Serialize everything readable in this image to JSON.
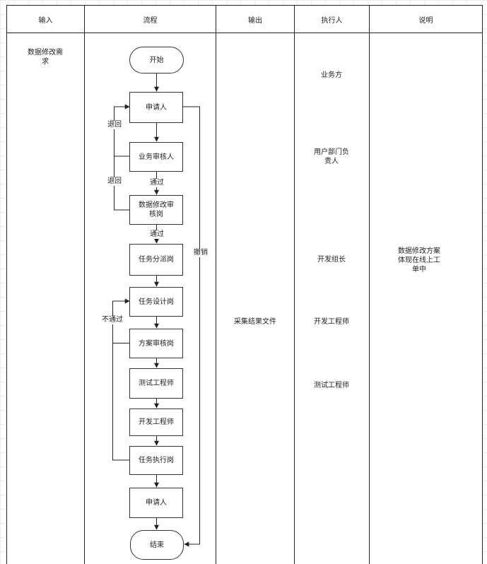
{
  "headers": {
    "input": "输入",
    "process": "流程",
    "output": "输出",
    "executor": "执行人",
    "description": "说明"
  },
  "input_text": "数据修改需求",
  "output_text": "采集结果文件",
  "nodes": {
    "start": "开始",
    "applicant_1": "申请人",
    "business_review": "业务审核人",
    "data_change_review": "数据修改审核岗",
    "task_dispatch": "任务分派岗",
    "task_design": "任务设计岗",
    "plan_review": "方案审核岗",
    "test_engineer": "测试工程师",
    "dev_engineer": "开发工程师",
    "task_execute": "任务执行岗",
    "applicant_2": "申请人",
    "end": "结束"
  },
  "edge_labels": {
    "return_1": "退回",
    "return_2": "退回",
    "pass_1": "通过",
    "pass_2": "通过",
    "not_pass": "不通过",
    "revoke": "撤销"
  },
  "executors": {
    "business": "业务方",
    "dept_head": "用户部门负责人",
    "dev_lead": "开发组长",
    "dev_engineer": "开发工程师",
    "test_engineer": "测试工程师"
  },
  "description_text": "数据修改方案体现在线上工单中"
}
